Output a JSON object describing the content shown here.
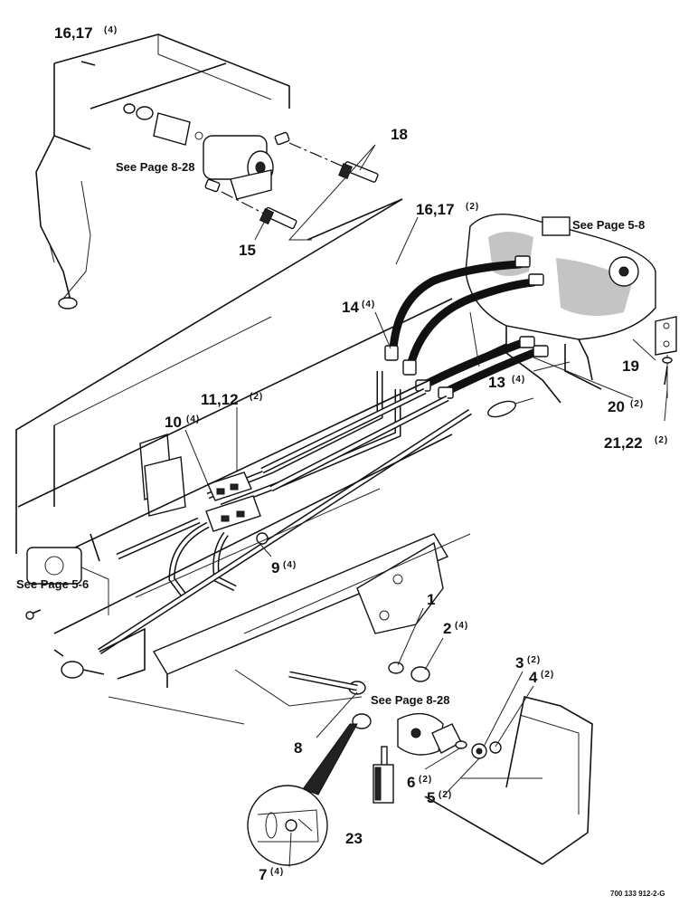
{
  "callouts": {
    "c16_17_top": {
      "num": "16,17",
      "qty": "(4)"
    },
    "c18": {
      "num": "18"
    },
    "c15": {
      "num": "15"
    },
    "c16_17_mid": {
      "num": "16,17",
      "qty": "(2)"
    },
    "c14": {
      "num": "14",
      "qty": "(4)"
    },
    "c13": {
      "num": "13",
      "qty": "(4)"
    },
    "c19": {
      "num": "19"
    },
    "c20": {
      "num": "20",
      "qty": "(2)"
    },
    "c21_22": {
      "num": "21,22",
      "qty": "(2)"
    },
    "c11_12": {
      "num": "11,12",
      "qty": "(2)"
    },
    "c10": {
      "num": "10",
      "qty": "(4)"
    },
    "c9": {
      "num": "9",
      "qty": "(4)"
    },
    "c1": {
      "num": "1"
    },
    "c2": {
      "num": "2",
      "qty": "(4)"
    },
    "c3": {
      "num": "3",
      "qty": "(2)"
    },
    "c4": {
      "num": "4",
      "qty": "(2)"
    },
    "c8": {
      "num": "8"
    },
    "c6": {
      "num": "6",
      "qty": "(2)"
    },
    "c5": {
      "num": "5",
      "qty": "(2)"
    },
    "c23": {
      "num": "23"
    },
    "c7": {
      "num": "7",
      "qty": "(4)"
    }
  },
  "references": {
    "see_8_28_top": "See Page 8-28",
    "see_5_8": "See Page 5-8",
    "see_5_6": "See Page 5-6",
    "see_8_28_bottom": "See Page 8-28"
  },
  "figure_code": "700 133 912-2-G"
}
